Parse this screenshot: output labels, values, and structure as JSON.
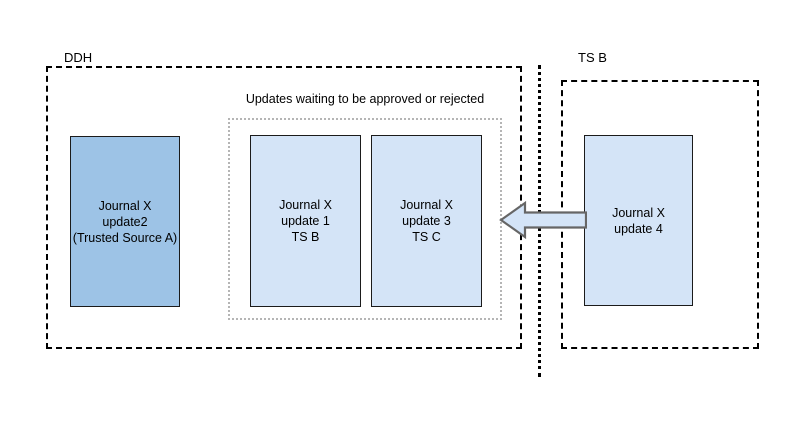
{
  "diagram": {
    "title_hidden": "",
    "colors": {
      "trusted_fill": "#9dc3e6",
      "pending_fill": "#d4e4f7",
      "box_stroke": "#1b1b1b",
      "dashed_stroke": "#000000",
      "dotted_group_stroke": "#b5b5b5",
      "arrow_fill": "#d4e4f7",
      "arrow_stroke": "#666666",
      "background": "#ffffff"
    },
    "zones": [
      {
        "id": "ddh",
        "label": "DDH"
      },
      {
        "id": "tsb",
        "label": "TS B"
      }
    ],
    "group": {
      "caption": "Updates waiting to be approved or rejected"
    },
    "records": [
      {
        "id": "trusted-update2",
        "lines": "Journal X\nupdate2\n(Trusted Source A)",
        "fill": "#9dc3e6"
      },
      {
        "id": "pending-update1",
        "lines": "Journal X\nupdate 1\nTS B",
        "fill": "#d4e4f7"
      },
      {
        "id": "pending-update3",
        "lines": "Journal X\nupdate 3\nTS C",
        "fill": "#d4e4f7"
      },
      {
        "id": "incoming-update4",
        "lines": "Journal X\nupdate 4",
        "fill": "#d4e4f7"
      }
    ],
    "arrow": {
      "direction": "left",
      "label": ""
    }
  }
}
